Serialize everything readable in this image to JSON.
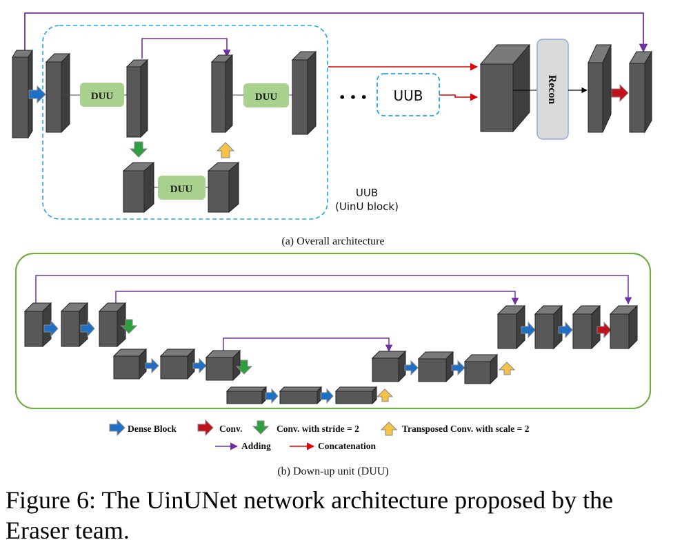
{
  "part_a": {
    "duu_label": "DUU",
    "uub_label": "UUB",
    "ellipsis": "• • •",
    "recon_label": "Recon",
    "uub_caption_line1": "UUB",
    "uub_caption_line2": "(UinU block)",
    "subcaption": "(a) Overall architecture"
  },
  "part_b": {
    "subcaption": "(b) Down-up unit (DUU)"
  },
  "legend": {
    "dense_block": "Dense Block",
    "conv": "Conv.",
    "conv_stride": "Conv. with stride = 2",
    "transposed_conv": "Transposed Conv. with scale = 2",
    "adding": "Adding",
    "concatenation": "Concatenation"
  },
  "colors": {
    "dense_block": "#1f6fc5",
    "conv": "#c0121b",
    "conv_stride": "#2e9e3e",
    "transposed_conv": "#f5c24a",
    "adding": "#7030a0",
    "concatenation": "#e00000",
    "duu_fill": "#a9d18e",
    "uub_border": "#1ea6e6",
    "duu_panel_border": "#70ad47",
    "recon_fill": "#d9d9d9",
    "recon_border": "#8faadc"
  },
  "caption": "Figure 6: The UinUNet network architecture proposed by the Eraser team."
}
